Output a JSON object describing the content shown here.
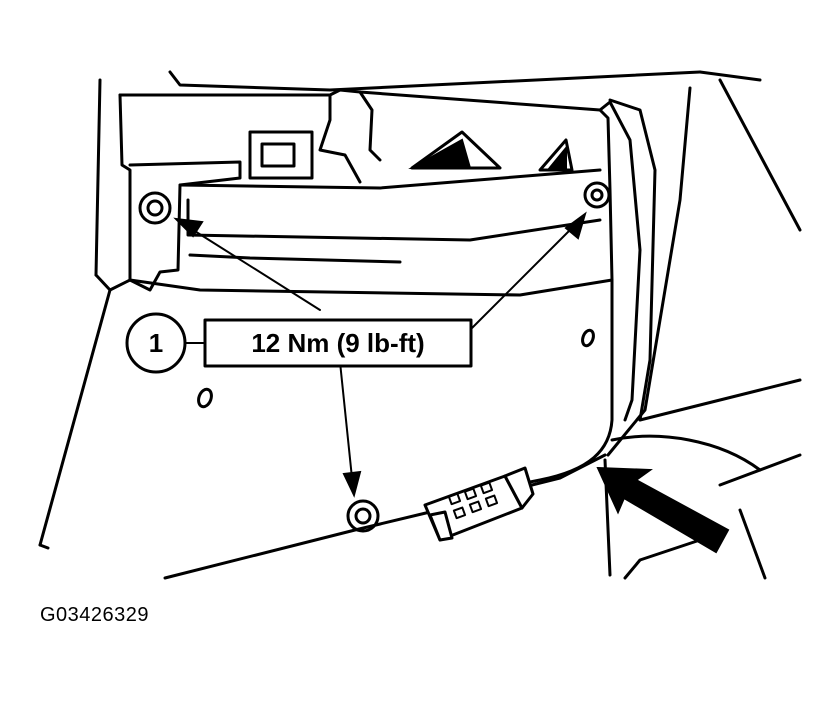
{
  "callout": {
    "number": "1",
    "torque": "12 Nm (9 lb-ft)"
  },
  "figure_id": "G03426329",
  "icons": [
    "fastener-bolt",
    "electrical-connector",
    "view-direction-arrow"
  ]
}
